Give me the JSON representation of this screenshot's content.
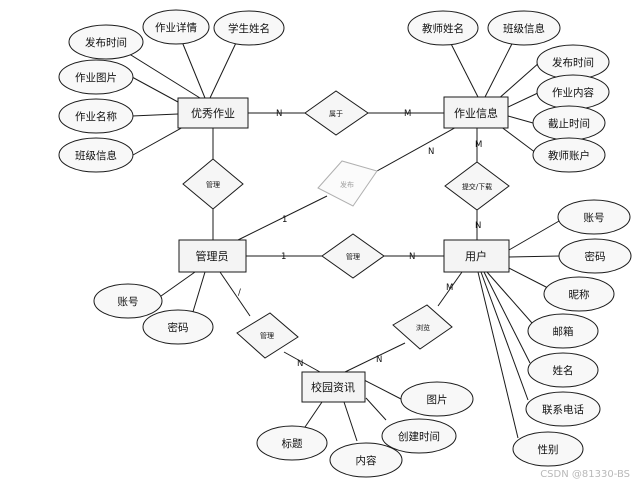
{
  "entities": {
    "excellent_hw": "优秀作业",
    "hw_info": "作业信息",
    "admin": "管理员",
    "user": "用户",
    "campus_news": "校园资讯"
  },
  "relations": {
    "belongs": "属于",
    "manage_hw": "管理",
    "publish": "发布",
    "upload_download": "提交/下载",
    "manage_user": "管理",
    "manage_news": "管理",
    "browse": "浏览"
  },
  "attributes": {
    "excellent_hw": [
      "发布时间",
      "作业详情",
      "学生姓名",
      "作业图片",
      "作业名称",
      "班级信息"
    ],
    "hw_info": [
      "教师姓名",
      "班级信息",
      "发布时间",
      "作业内容",
      "截止时间",
      "教师账户"
    ],
    "admin": [
      "账号",
      "密码"
    ],
    "user": [
      "账号",
      "密码",
      "昵称",
      "邮箱",
      "姓名",
      "联系电话",
      "性别"
    ],
    "campus_news": [
      "图片",
      "创建时间",
      "标题",
      "内容"
    ]
  },
  "cardinalities": {
    "belongs_left": "N",
    "belongs_right": "M",
    "publish_admin": "1",
    "publish_hw": "N",
    "upload_hw": "M",
    "upload_user": "N",
    "manage_user_admin": "1",
    "manage_user_user": "N",
    "manage_news_admin": "/",
    "manage_news_news": "N",
    "browse_news": "N",
    "browse_user": "M"
  },
  "watermark": "CSDN @81330-BS"
}
